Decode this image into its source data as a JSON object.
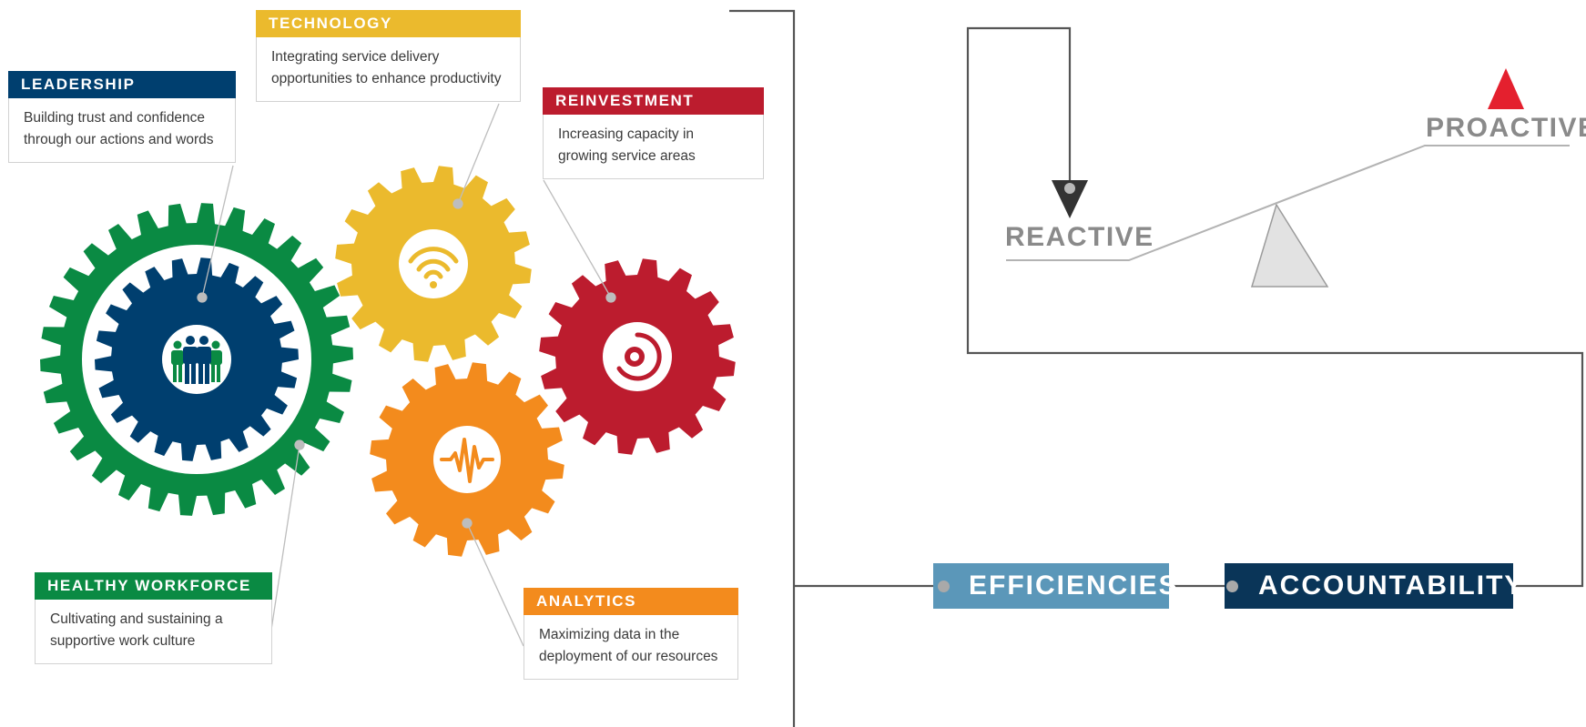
{
  "colors": {
    "leadership": "#003f6f",
    "healthy_workforce": "#0a8a43",
    "technology": "#ebba2d",
    "reinvestment": "#bc1c2e",
    "analytics": "#f38b1d",
    "efficiencies": "#5b97b9",
    "accountability": "#0a3558",
    "proactive_marker": "#e4202e",
    "reactive_marker": "#333333",
    "fulcrum": "#e2e2e2",
    "label_gray": "#8a8a8a",
    "line": "#555555"
  },
  "icons": {
    "leadership": "people-group-icon",
    "technology": "wifi-icon",
    "reinvestment": "target-icon",
    "analytics": "waveform-icon"
  },
  "callouts": {
    "leadership": {
      "title": "LEADERSHIP",
      "lines": [
        "Building trust and confidence",
        "through our actions and words"
      ]
    },
    "technology": {
      "title": "TECHNOLOGY",
      "lines": [
        "Integrating service delivery",
        "opportunities to enhance productivity"
      ]
    },
    "reinvestment": {
      "title": "REINVESTMENT",
      "lines": [
        "Increasing capacity in",
        "growing service areas"
      ]
    },
    "healthy_workforce": {
      "title": "HEALTHY WORKFORCE",
      "lines": [
        "Cultivating and sustaining a",
        "supportive work culture"
      ]
    },
    "analytics": {
      "title": "ANALYTICS",
      "lines": [
        "Maximizing data in the",
        "deployment of our resources"
      ]
    }
  },
  "balance": {
    "reactive": "REACTIVE",
    "proactive": "PROACTIVE"
  },
  "flow": {
    "efficiencies": "EFFICIENCIES",
    "accountability": "ACCOUNTABILITY"
  }
}
